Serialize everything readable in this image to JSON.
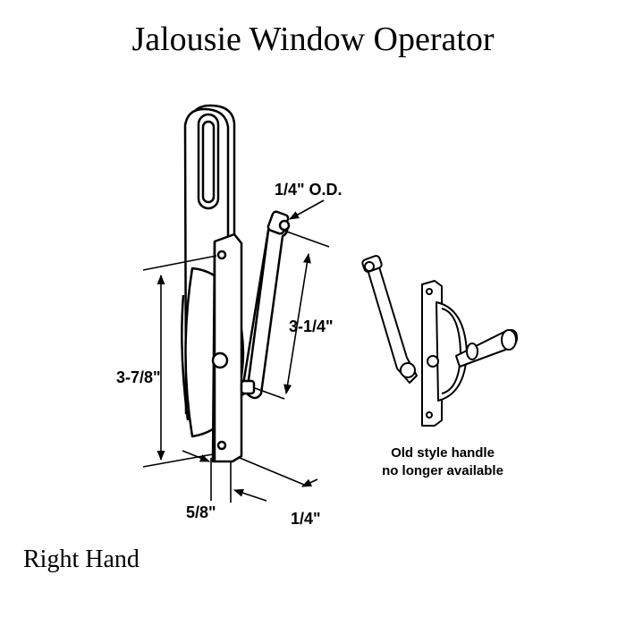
{
  "title": "Jalousie Window Operator",
  "hand": "Right Hand",
  "dimensions": {
    "od": "1/4\" O.D.",
    "arm_length": "3-1/4\"",
    "height": "3-7/8\"",
    "width": "5/8\"",
    "thickness": "1/4\""
  },
  "note": {
    "line1": "Old style handle",
    "line2": "no longer available"
  },
  "colors": {
    "line": "#000000",
    "background": "#ffffff"
  }
}
